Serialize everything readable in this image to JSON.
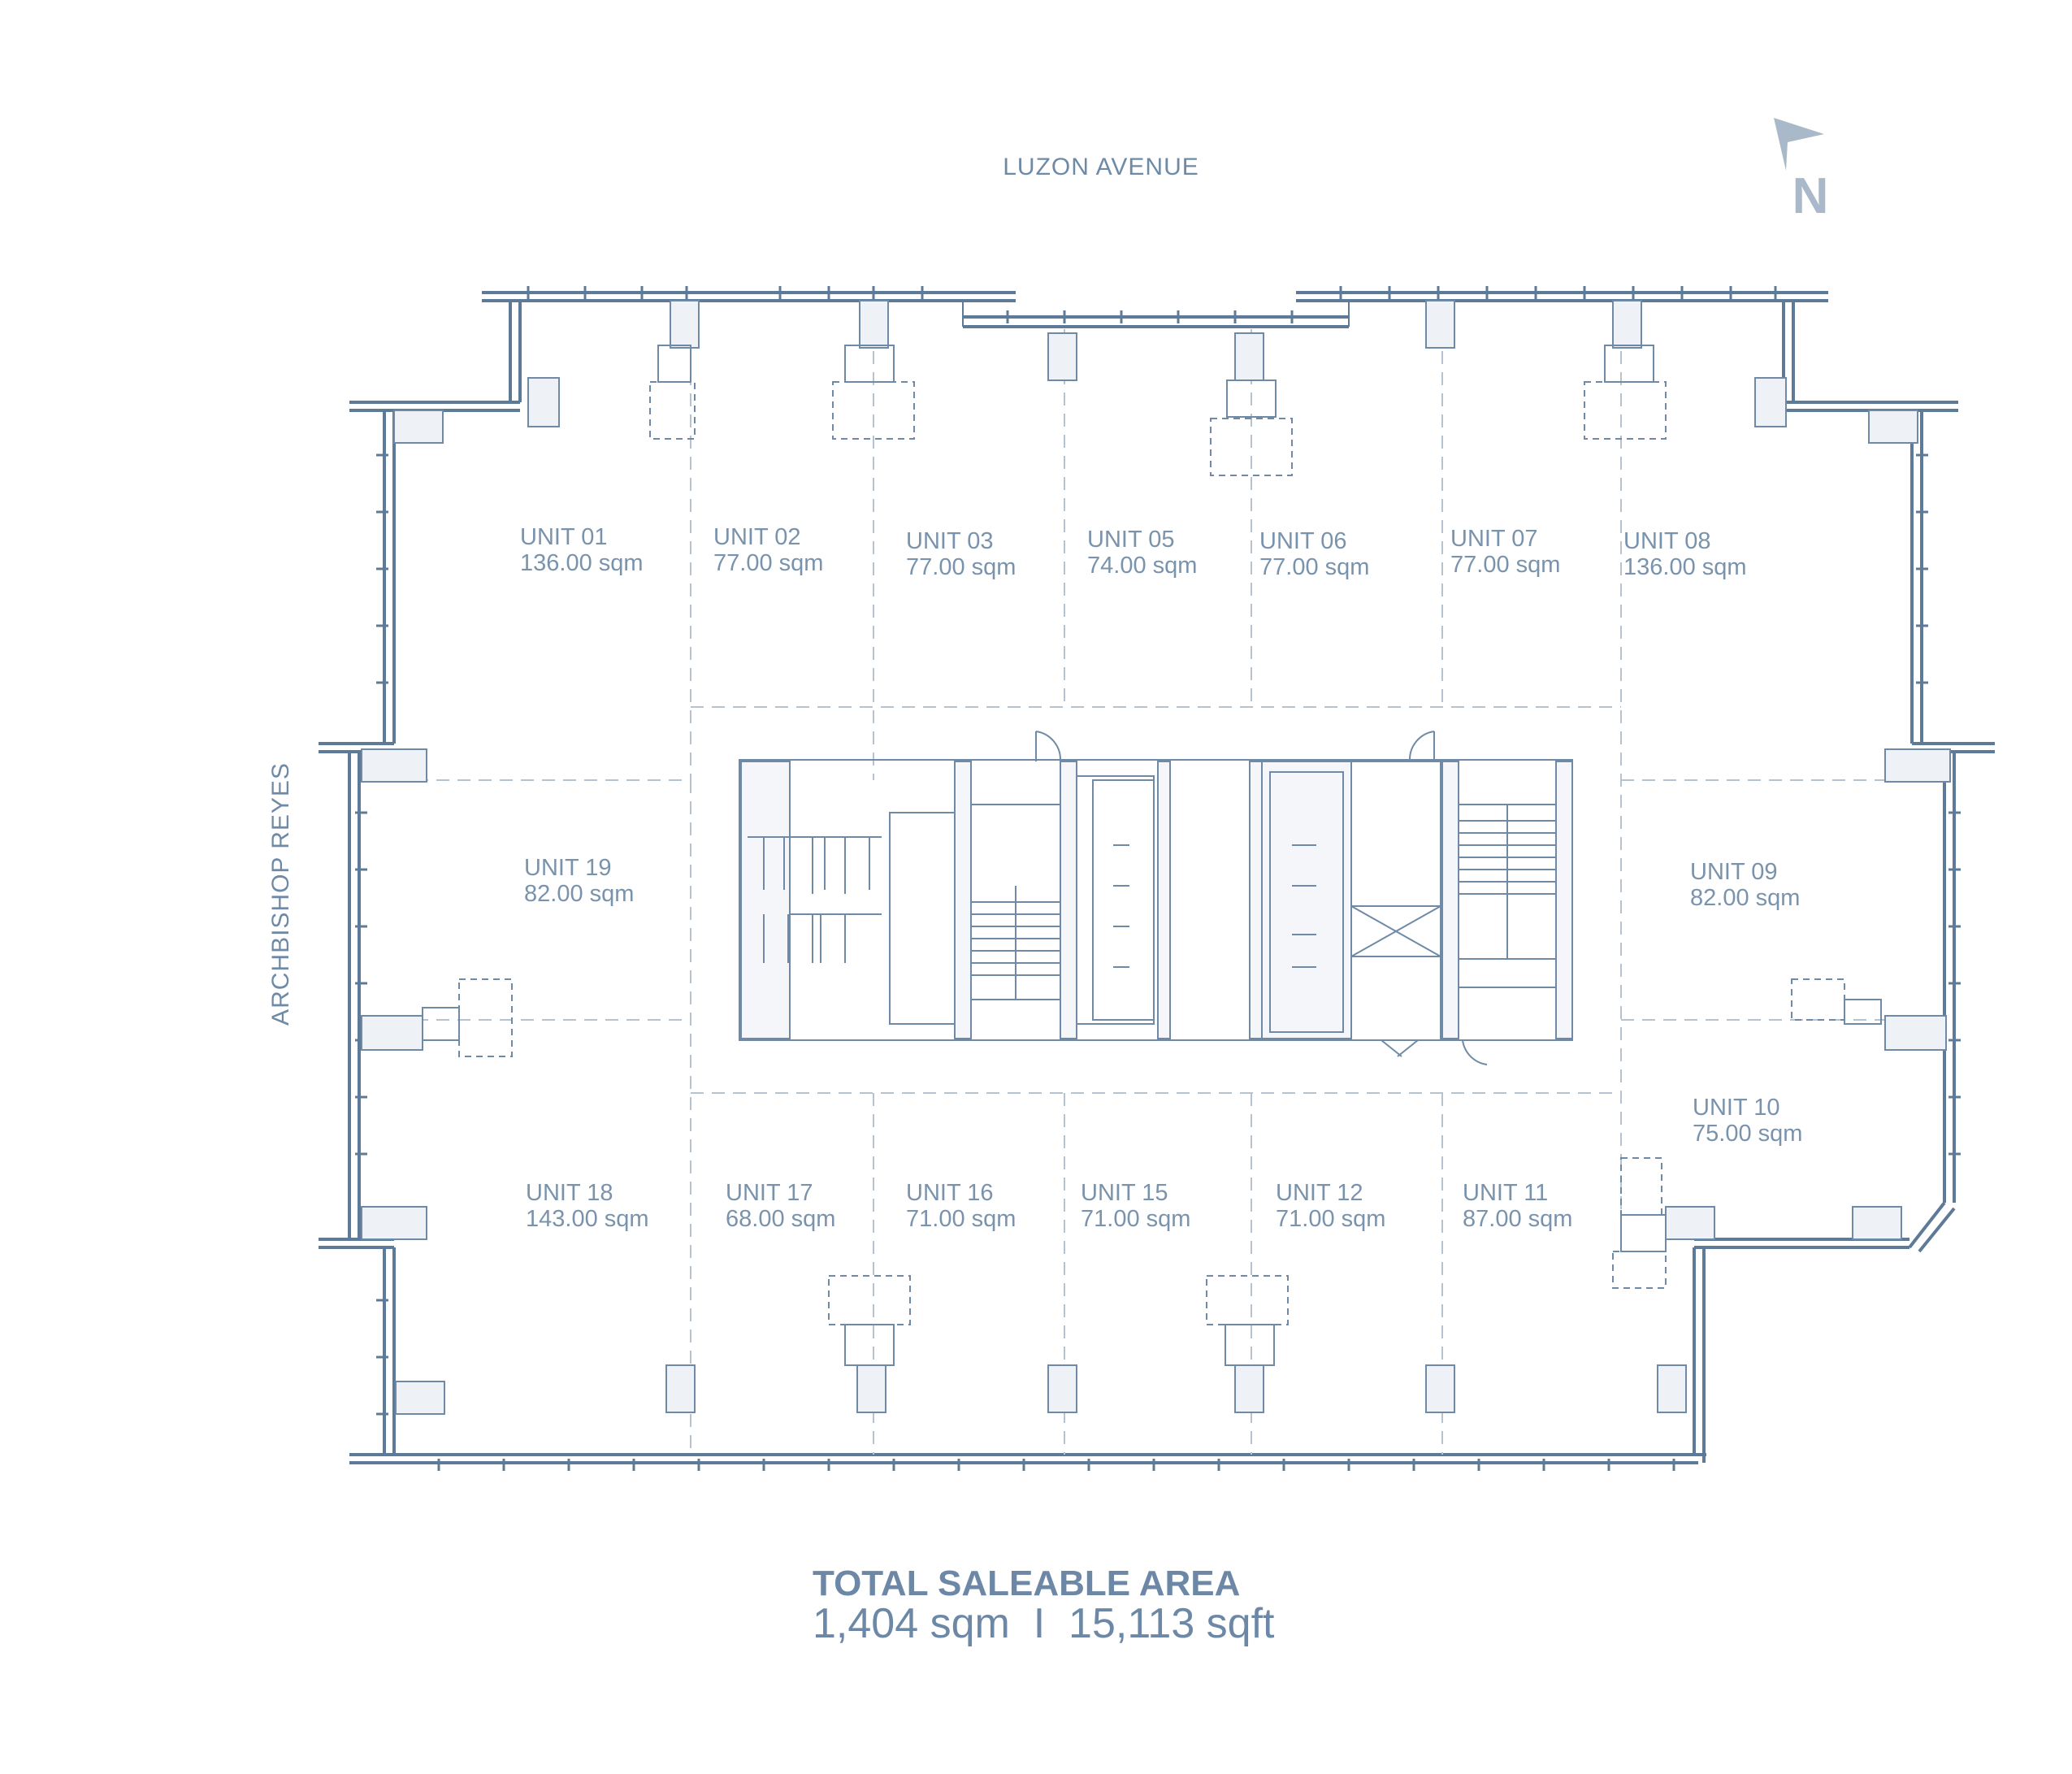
{
  "streets": {
    "north": "LUZON AVENUE",
    "west": "ARCHBISHOP REYES"
  },
  "north_arrow": {
    "label": "N",
    "color": "#a9b9ca"
  },
  "colors": {
    "wall": "#5d7a98",
    "text": "#7a93ad",
    "title": "#6c88a6",
    "partition": "#b5c2d0"
  },
  "units": [
    {
      "name": "UNIT 01",
      "area": "136.00 sqm"
    },
    {
      "name": "UNIT 02",
      "area": "77.00 sqm"
    },
    {
      "name": "UNIT 03",
      "area": "77.00 sqm"
    },
    {
      "name": "UNIT 05",
      "area": "74.00 sqm"
    },
    {
      "name": "UNIT 06",
      "area": "77.00 sqm"
    },
    {
      "name": "UNIT 07",
      "area": "77.00 sqm"
    },
    {
      "name": "UNIT 08",
      "area": "136.00 sqm"
    },
    {
      "name": "UNIT 09",
      "area": "82.00 sqm"
    },
    {
      "name": "UNIT 10",
      "area": "75.00 sqm"
    },
    {
      "name": "UNIT 11",
      "area": "87.00 sqm"
    },
    {
      "name": "UNIT 12",
      "area": "71.00 sqm"
    },
    {
      "name": "UNIT 15",
      "area": "71.00 sqm"
    },
    {
      "name": "UNIT 16",
      "area": "71.00 sqm"
    },
    {
      "name": "UNIT 17",
      "area": "68.00 sqm"
    },
    {
      "name": "UNIT 18",
      "area": "143.00 sqm"
    },
    {
      "name": "UNIT 19",
      "area": "82.00 sqm"
    }
  ],
  "total": {
    "title": "TOTAL SALEABLE AREA",
    "value": "1,404 sqm  I  15,113 sqft"
  }
}
